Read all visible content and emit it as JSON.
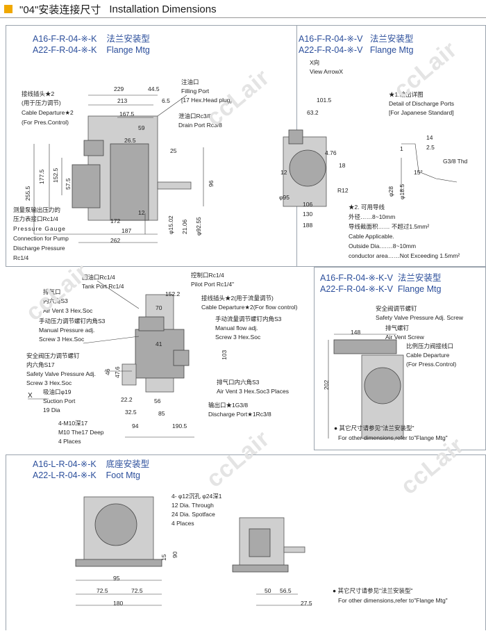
{
  "header": {
    "title_cn": "\"04\"安装连接尺寸",
    "title_en": "Installation Dimensions"
  },
  "watermark": "ccLair",
  "p1": {
    "t1": "A16-F-R-04-※-K",
    "t1cn": "法兰安装型",
    "t2": "A22-F-R-04-※-K",
    "t2en": "Flange Mtg",
    "fill": [
      "注油口",
      "Filling Port",
      "[17 Hex.Head plug]"
    ],
    "drain": [
      "泄油口Rc3/8",
      "Drain Port Rc3/8"
    ],
    "cable": [
      "接线插头★2",
      "(用于压力调节)",
      "Cable Departure★2",
      "(For Pres.Control)"
    ],
    "gauge": [
      "测量泵输出压力的",
      "压力表接口Rc1/4",
      "Pressure Gauge",
      "Connection for Pump",
      "Discharge Pressure",
      "Rc1/4"
    ],
    "dims": {
      "d229": "229",
      "d44_5": "44.5",
      "d213": "213",
      "d6_5": "6.5",
      "d167_5": "167.5",
      "d59": "59",
      "d26_5": "26.5",
      "d25": "25",
      "d12": "12",
      "d172": "172",
      "d187": "187",
      "d262": "262",
      "d255_5": "255.5",
      "d177_5": "177.5",
      "d152_5": "152.5",
      "d57_5": "57.5",
      "d96": "96",
      "phi15": "φ15.02",
      "phi21": "21.06",
      "phi92": "φ92.55"
    }
  },
  "p2": {
    "t1": "A16-F-R-04-※-V",
    "t1cn": "法兰安装型",
    "t2": "A22-F-R-04-※-V",
    "t2en": "Flange Mtg",
    "xdir": "X向",
    "view": "View ArrowX",
    "detail": [
      "★1.输出详图",
      "Detail of Discharge Ports",
      "[For Japanese Standard]"
    ],
    "dims": {
      "d101_5": "101.5",
      "d63_2": "63.2",
      "d4_76": "4.76",
      "d18": "18",
      "d12": "12",
      "d106": "106",
      "d130": "130",
      "d188": "188",
      "phi95": "φ95",
      "r12": "R12",
      "d14": "14",
      "d2_5": "2.5",
      "d1": "1",
      "g38": "G3/8 Thd",
      "phi28": "φ28",
      "phi18_5": "φ18.5",
      "d15": "15°"
    },
    "note": [
      "★2. 可用导线",
      "外径……8~10mm",
      "导线截面积…… 不超过1.5mm²",
      "Cable Applicable.",
      "Outside Dia.……8~10mm",
      "conductor area……Not Exceeding 1.5mm²"
    ]
  },
  "p3": {
    "tank": [
      "回油口Rc1/4",
      "Tank Port Rc1/4"
    ],
    "pilot": [
      "控制口Rc1/4",
      "Pilot Port Rc1/4\""
    ],
    "cable": [
      "接线插头★2(用于流量调节)",
      "Cable Departure★2(For flow control)"
    ],
    "vent": [
      "排气口",
      "内六角S3",
      "Air Vent 3 Hex.Soc"
    ],
    "pres": [
      "手动压力调节螺钉内角S3",
      "Manual Pressure adj.",
      "Screw 3 Hex.Soc"
    ],
    "manual": [
      "手动流量调节螺钉内角S3",
      "Manual flow adj.",
      "Screw 3 Hex.Soc"
    ],
    "safety": [
      "安全阀压力调节螺钉",
      "内六角S17",
      "Safety Valve Pressure Adj.",
      "Screw 3 Hex.Soc"
    ],
    "suction": [
      "吸油口φ19",
      "Suction Port",
      "19 Dia"
    ],
    "vent2": [
      "排气口内六角S3",
      "Air Vent 3 Hex.Soc3 Places"
    ],
    "disch": [
      "输出口★1G3/8",
      "Discharge Port★1Rc3/8"
    ],
    "m10": [
      "4-M10深17",
      "M10 The17 Deep",
      "4 Places"
    ],
    "x": "X",
    "dims": {
      "d152_2": "152.2",
      "d70": "70",
      "d41": "41",
      "d46": "46",
      "d47_6": "47.6",
      "d103": "103",
      "d22_2": "22.2",
      "d56": "56",
      "d32_5": "32.5",
      "d85": "85",
      "d94": "94",
      "d190_5": "190.5"
    }
  },
  "p4": {
    "t1": "A16-F-R-04-※-K-V",
    "t1cn": "法兰安装型",
    "t2": "A22-F-R-04-※-K-V",
    "t2en": "Flange Mtg",
    "safety": [
      "安全阀调节螺钉",
      "Safety Valve Pressure Adj. Screw"
    ],
    "vent": [
      "排气螺钉",
      "Air Vent Screw"
    ],
    "cable": [
      "比例压力阀接线口",
      "Cable Departure",
      "(For Press.Control)"
    ],
    "dims": {
      "d148": "148",
      "d202": "202"
    },
    "note": [
      "● 其它尺寸请参见\"法兰安装型\"",
      "For other dimensions,refer to\"Flange Mtg\""
    ]
  },
  "p5": {
    "t1": "A16-L-R-04-※-K",
    "t1cn": "底座安装型",
    "t2": "A22-L-R-04-※-K",
    "t2en": "Foot Mtg",
    "holes": [
      "4- φ12沉孔 φ24深1",
      "12 Dia. Through",
      "24 Dia. Spotface",
      "4 Places"
    ],
    "dims": {
      "d15": "15",
      "d90": "90",
      "d95": "95",
      "d72_5a": "72.5",
      "d72_5b": "72.5",
      "d180": "180",
      "d50": "50",
      "d56_5": "56.5",
      "d27_5": "27.5"
    },
    "note": [
      "● 其它尺寸请参见\"法兰安装型\"",
      "For other dimensions,refer to\"Flange Mtg\""
    ]
  }
}
